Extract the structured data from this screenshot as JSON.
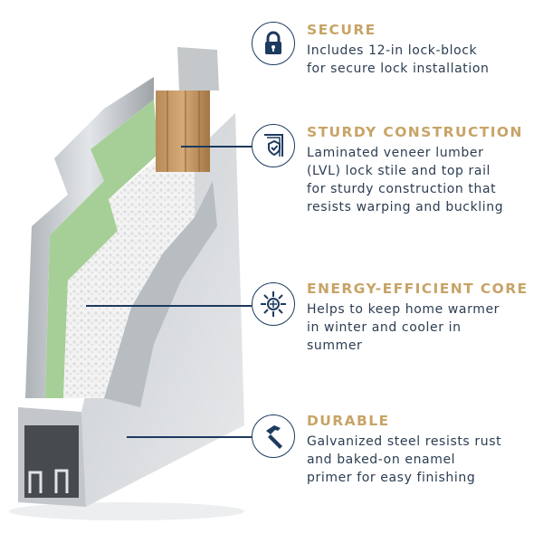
{
  "colors": {
    "title": "#c7a467",
    "icon": "#1d3a5f",
    "text": "#2c3d52"
  },
  "features": [
    {
      "icon": "lock-icon",
      "title": "SECURE",
      "description": "Includes 12-in lock-block\nfor secure lock installation"
    },
    {
      "icon": "door-frame-shield-icon",
      "title": "STURDY CONSTRUCTION",
      "description": "Laminated veneer lumber\n(LVL) lock stile and top rail\nfor sturdy construction that\nresists warping and buckling"
    },
    {
      "icon": "sun-snowflake-icon",
      "title": "ENERGY-EFFICIENT CORE",
      "description": "Helps to keep home warmer\nin winter and cooler in\nsummer"
    },
    {
      "icon": "hammer-icon",
      "title": "DURABLE",
      "description": "Galvanized steel resists rust\nand baked-on enamel\nprimer for easy finishing"
    }
  ]
}
